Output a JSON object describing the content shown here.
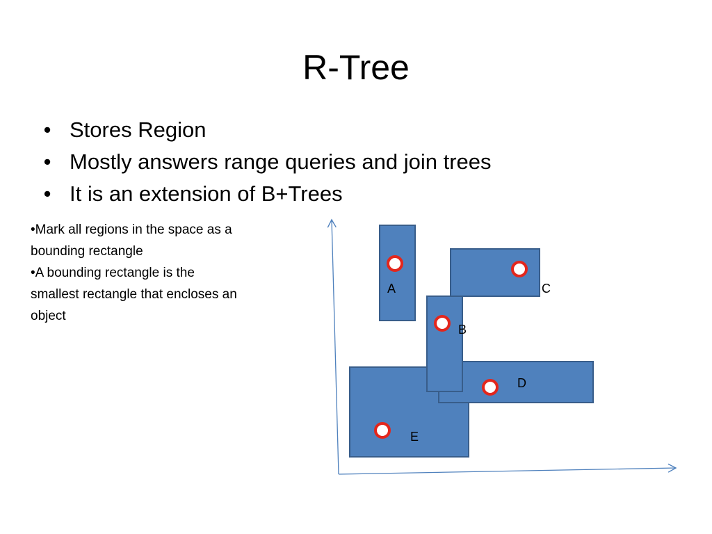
{
  "slide": {
    "title": "R-Tree",
    "bullets": [
      "Stores Region",
      "Mostly answers range queries and join trees",
      "It is an extension of B+Trees"
    ],
    "bullet_glyph": "•"
  },
  "notes": {
    "items": [
      {
        "prefix": "•",
        "lines": [
          "Mark all regions in the space as a",
          "bounding rectangle"
        ]
      },
      {
        "prefix": "•",
        "lines": [
          "A bounding rectangle is the",
          "smallest rectangle that encloses an",
          "object"
        ]
      }
    ]
  },
  "diagram": {
    "rectangle_fill": "#4f81bd",
    "rectangle_stroke": "#385d8a",
    "axis_color": "#4f81bd",
    "point_ring_color": "#e3261c",
    "point_fill": "#ffffff",
    "rectangles": [
      {
        "label": "A"
      },
      {
        "label": "C"
      },
      {
        "label": "E"
      },
      {
        "label": "D"
      },
      {
        "label": "B"
      }
    ]
  }
}
